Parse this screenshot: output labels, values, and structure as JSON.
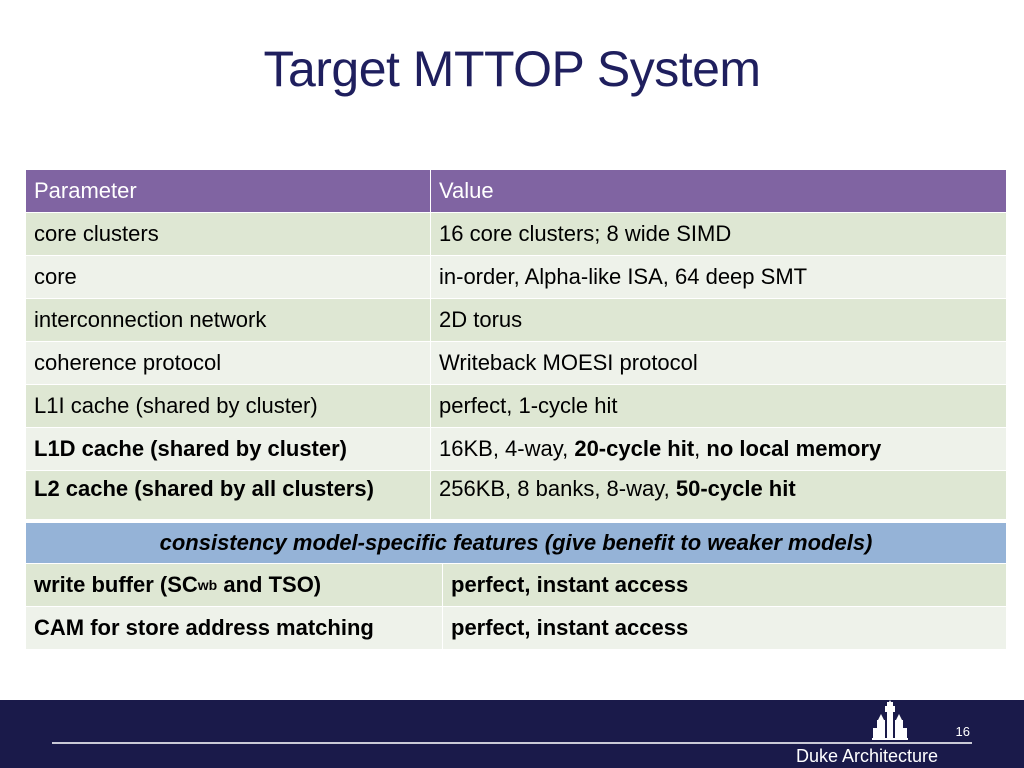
{
  "slide": {
    "title": "Target MTTOP System",
    "page_number": "16",
    "brand": "Duke Architecture"
  },
  "table": {
    "headers": [
      "Parameter",
      "Value"
    ],
    "rows": [
      {
        "param": "core clusters",
        "value": "16 core clusters; 8 wide SIMD"
      },
      {
        "param": "core",
        "value": "in-order, Alpha-like ISA, 64 deep SMT"
      },
      {
        "param": "interconnection network",
        "value": "2D torus"
      },
      {
        "param": "coherence protocol",
        "value": "Writeback MOESI protocol"
      },
      {
        "param": "L1I cache (shared by cluster)",
        "value": "perfect, 1-cycle hit"
      }
    ],
    "l1d": {
      "param": "L1D cache (shared by cluster)",
      "value_prefix": "16KB, 4-way, ",
      "value_bold1": "20-cycle hit",
      "value_sep": ", ",
      "value_bold2": "no local memory"
    },
    "l2": {
      "param": "L2 cache (shared by all clusters)",
      "value_prefix": "256KB, 8 banks, 8-way, ",
      "value_bold": "50-cycle hit"
    },
    "section_title": "consistency model-specific features (give benefit to weaker models)",
    "write_buffer": {
      "param_prefix": "write buffer (SC",
      "param_sub": "wb",
      "param_suffix": " and TSO)",
      "value": "perfect, instant access"
    },
    "cam": {
      "param": "CAM for store address matching",
      "value": "perfect, instant access"
    }
  },
  "icons": {
    "logo": "chapel-icon"
  },
  "colors": {
    "title": "#1f1f5e",
    "header_bg": "#8064a2",
    "section_bg": "#95b3d7",
    "footer_bg": "#1a1a4a"
  }
}
